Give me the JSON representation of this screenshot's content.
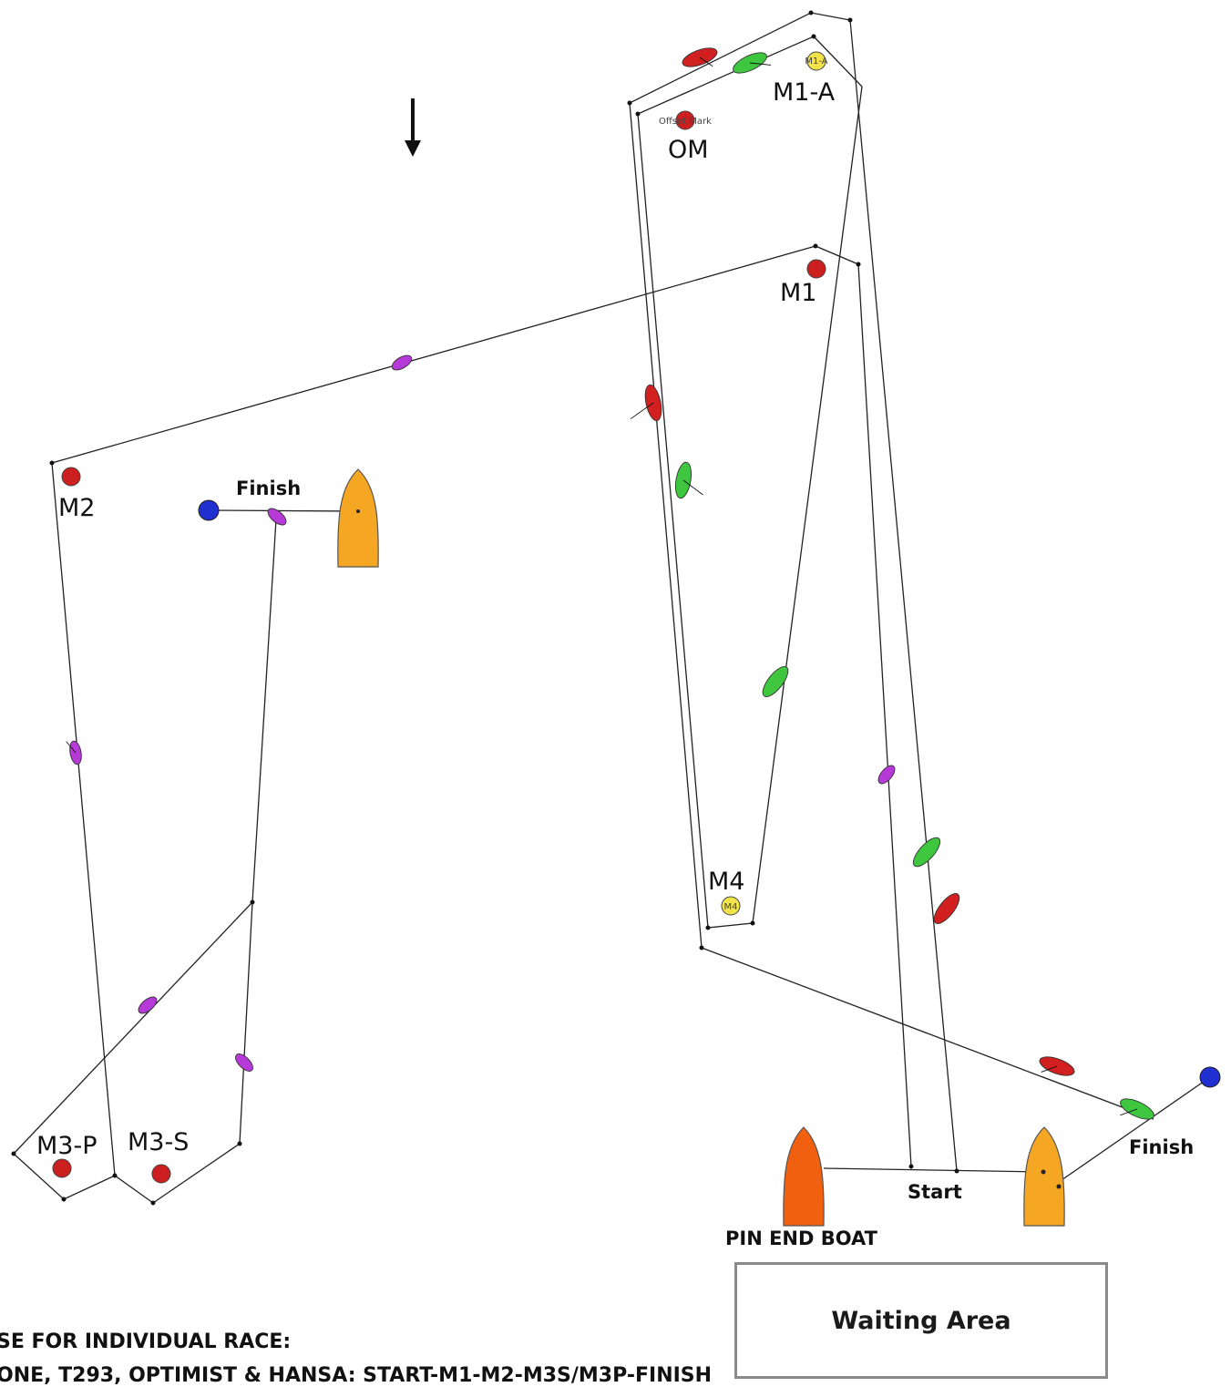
{
  "labels": {
    "m1a": "M1-A",
    "m1a_tag": "M1-A",
    "om": "OM",
    "offset_mark": "Offset Mark",
    "m1": "M1",
    "m2": "M2",
    "finish_left": "Finish",
    "m4": "M4",
    "m4_tag": "M4",
    "m3p": "M3-P",
    "m3s": "M3-S",
    "start": "Start",
    "finish_right": "Finish",
    "pin_end_boat": "PIN END BOAT",
    "waiting_area": "Waiting Area"
  },
  "footer": {
    "line1": "SE FOR INDIVIDUAL RACE:",
    "line2": "ONE, T293, OPTIMIST & HANSA: START-M1-M2-M3S/M3P-FINISH"
  },
  "colors": {
    "red_mark": "#cc1f1f",
    "yellow_mark": "#f2e34a",
    "blue_mark": "#1f2fd0",
    "orange_boat": "#f5a623",
    "pin_boat": "#f06010",
    "green_boat": "#3ec63e",
    "red_boat": "#d22020",
    "purple_boat": "#b63ad8",
    "course_line": "#222222"
  },
  "icons": {
    "wind": "arrow-down-icon",
    "mark": "buoy-icon",
    "committee": "committee-boat-icon",
    "dinghy": "sailboat-icon"
  }
}
